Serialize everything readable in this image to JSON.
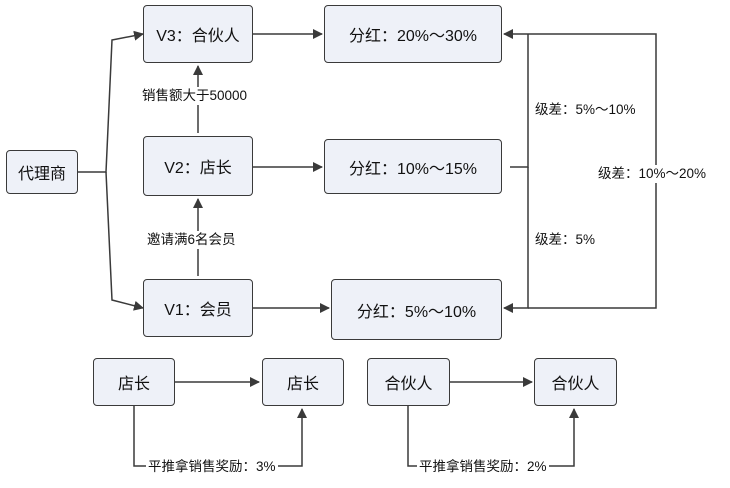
{
  "nodes": {
    "agent": "代理商",
    "v3": "V3：合伙人",
    "v2": "V2：店长",
    "v1": "V1：会员",
    "div_v3": "分红：20%～30%",
    "div_v2": "分红：10%～15%",
    "div_v1": "分红：5%～10%",
    "store_a": "店长",
    "store_b": "店长",
    "partner_a": "合伙人",
    "partner_b": "合伙人"
  },
  "labels": {
    "upgrade_v3": "销售额大于50000",
    "upgrade_v2": "邀请满6名会员",
    "diff_v2_v3": "级差：5%～10%",
    "diff_v1_v2": "级差：5%",
    "diff_v1_v3": "级差：10%～20%",
    "peer_store": "平推拿销售奖励：3%",
    "peer_partner": "平推拿销售奖励：2%"
  },
  "colors": {
    "box_fill": "#eef1f8",
    "line": "#3a3a3a"
  }
}
